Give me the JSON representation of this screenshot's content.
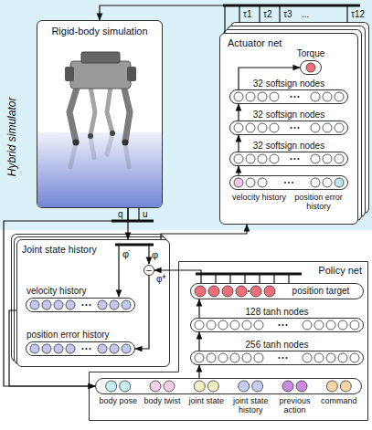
{
  "diagram": {
    "nodes": [
      {
        "text": [
          "Hybrid simulator"
        ]
      },
      {
        "text": [
          "Rigid-body simulation"
        ],
        "in": 0
      },
      {
        "text": [
          "Actuator net"
        ],
        "in": 0
      },
      {
        "text": [
          "Torque"
        ],
        "in": 2
      },
      {
        "text": [
          "32 softsign nodes"
        ],
        "in": 2
      },
      {
        "text": [
          "32 softsign nodes"
        ],
        "in": 2
      },
      {
        "text": [
          "32 softsign nodes"
        ],
        "in": 2
      },
      {
        "text": [
          "velocity history",
          "position error history"
        ],
        "in": 2
      },
      {
        "text": [
          "Joint state history"
        ]
      },
      {
        "text": [
          "−"
        ],
        "in": 8
      },
      {
        "text": [
          "velocity history"
        ],
        "in": 8
      },
      {
        "text": [
          "position error history"
        ],
        "in": 8
      },
      {
        "text": [
          "Policy net"
        ]
      },
      {
        "text": [
          "position target"
        ],
        "in": 12
      },
      {
        "text": [
          "128 tanh nodes"
        ],
        "in": 12
      },
      {
        "text": [
          "256 tanh nodes"
        ],
        "in": 12
      },
      {
        "text": [
          "body pose",
          "body twist",
          "joint state",
          "joint state history",
          "previous action",
          "command"
        ],
        "in": 12
      }
    ],
    "edges": [
      {
        "from": 2,
        "to": 1,
        "arrow": "to"
      },
      {
        "from": 7,
        "to": 6,
        "arrow": "to"
      },
      {
        "from": 6,
        "to": 5,
        "arrow": "to"
      },
      {
        "from": 5,
        "to": 4,
        "arrow": "to"
      },
      {
        "from": 4,
        "to": 3,
        "arrow": "to"
      },
      {
        "from": 1,
        "to": 8,
        "arrow": "to"
      },
      {
        "from": 1,
        "to": 16,
        "arrow": "to"
      },
      {
        "from": 8,
        "to": 16,
        "arrow": "to"
      },
      {
        "from": 8,
        "to": 2,
        "arrow": "to"
      },
      {
        "from": 13,
        "to": 9,
        "arrow": "to"
      },
      {
        "from": 9,
        "to": 11,
        "arrow": "to"
      },
      {
        "from": 16,
        "to": 15,
        "arrow": "to"
      },
      {
        "from": 15,
        "to": 14,
        "arrow": "to"
      },
      {
        "from": 14,
        "to": 13,
        "arrow": "to"
      }
    ],
    "labels": [
      "τ1",
      "τ2",
      "τ3",
      "...",
      "τ12",
      "q",
      "u",
      "φ̇",
      "φ",
      "φ*"
    ]
  }
}
